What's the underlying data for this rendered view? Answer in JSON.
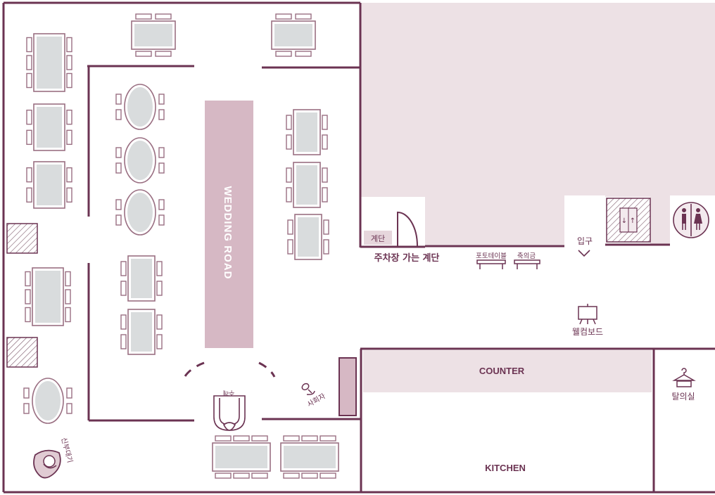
{
  "labels": {
    "wedding_road": "WEDDING ROAD",
    "stairs": "계단",
    "parking_stairs": "주차장 가는 계단",
    "photo_table": "포토테이블",
    "gift_money": "축의금",
    "entrance": "입구",
    "welcome_board": "웰컴보드",
    "counter": "COUNTER",
    "kitchen": "KITCHEN",
    "dressing_room": "탈의실",
    "host": "사회자",
    "officiant": "주례",
    "bride_room": "신부대기"
  },
  "colors": {
    "wall": "#6b3352",
    "restricted": "#ede1e5",
    "road": "#d6b8c4",
    "table": "#d9dcdd",
    "chair_stroke": "#9a6f82"
  },
  "icons": {
    "elevator": "elevator-icon",
    "restroom": "restroom-icon",
    "welcome_board": "easel-icon",
    "dressing_room": "hanger-icon",
    "microphone": "microphone-icon",
    "entrance_arrow": "chevron-down-icon",
    "bride": "bride-icon",
    "officiant": "podium-icon"
  }
}
